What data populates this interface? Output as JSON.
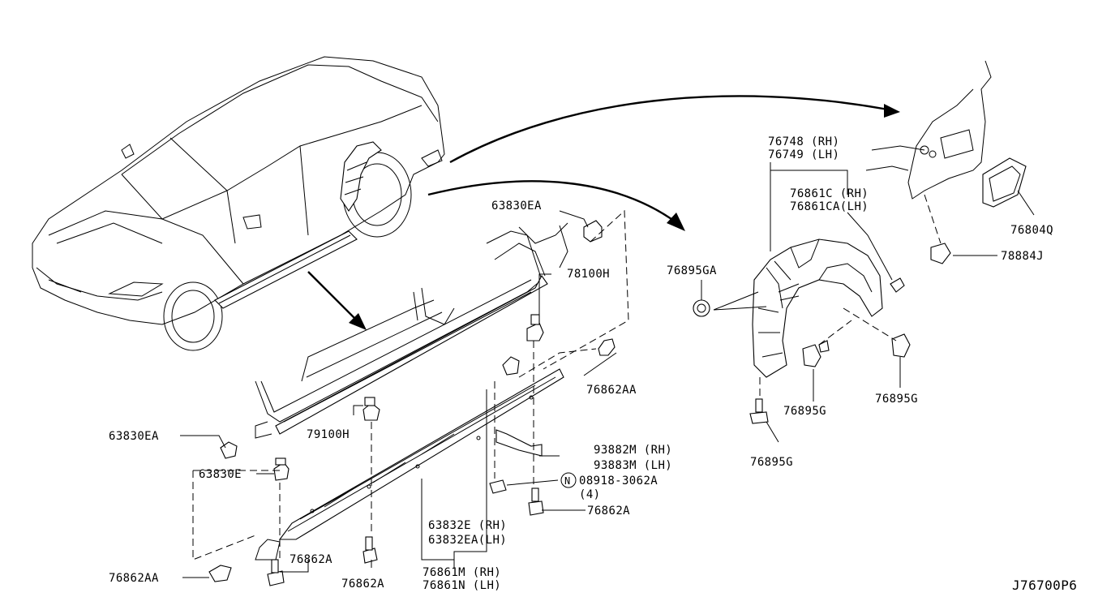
{
  "diagram": {
    "code": "J76700P6",
    "labels": {
      "p63830EA_top": "63830EA",
      "p78100H_top": "78100H",
      "p76862AA_right": "76862AA",
      "p63830EA_left": "63830EA",
      "p79100H": "79100H",
      "p63830E": "63830E",
      "p93882M": "93882M (RH)",
      "p93883M": "93883M (LH)",
      "p08918": "08918-3062A",
      "p08918_qty": "(4)",
      "p76862A_right": "76862A",
      "p63832E": "63832E  (RH)",
      "p63832EA": "63832EA(LH)",
      "p76862AA_left": "76862AA",
      "p76862A_bot1": "76862A",
      "p76862A_bot2": "76862A",
      "p76861M": "76861M (RH)",
      "p76861N": "76861N (LH)",
      "p76748": "76748 (RH)",
      "p76749": "76749 (LH)",
      "p76861C": "76861C (RH)",
      "p76861CA": "76861CA(LH)",
      "p76895GA": "76895GA",
      "p76895G_mid": "76895G",
      "p76895G_right": "76895G",
      "p76895G_bot": "76895G",
      "p76804Q": "76804Q",
      "p78884J": "78884J",
      "nut_symbol": "N"
    }
  }
}
